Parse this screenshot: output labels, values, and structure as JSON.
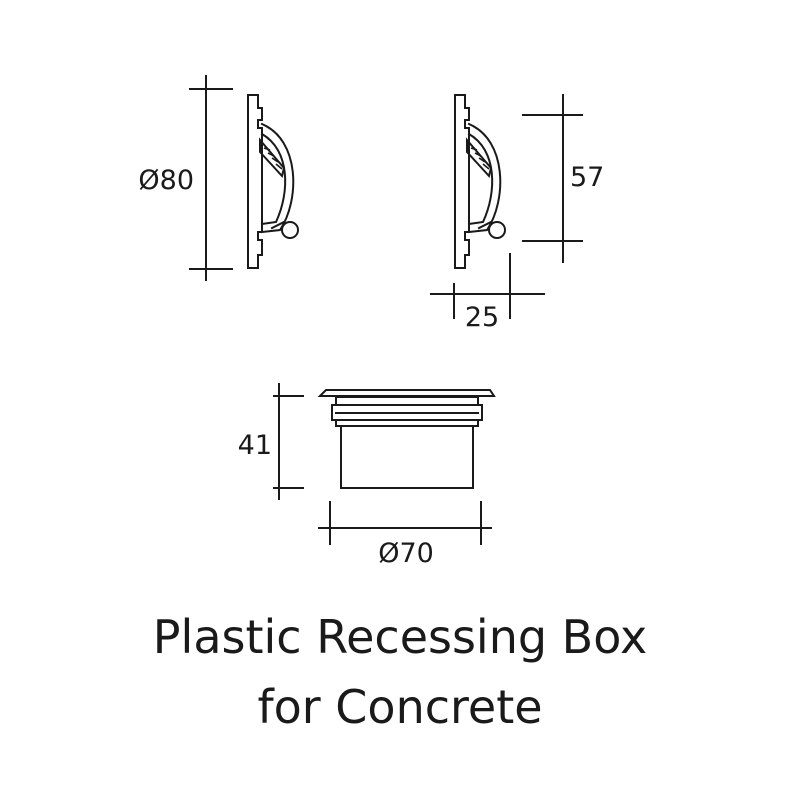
{
  "dimensions": {
    "front_diameter": "Ø80",
    "side_height": "57",
    "side_depth": "25",
    "box_height": "41",
    "box_diameter": "Ø70"
  },
  "title": {
    "line1": "Plastic Recessing Box",
    "line2": "for Concrete"
  }
}
